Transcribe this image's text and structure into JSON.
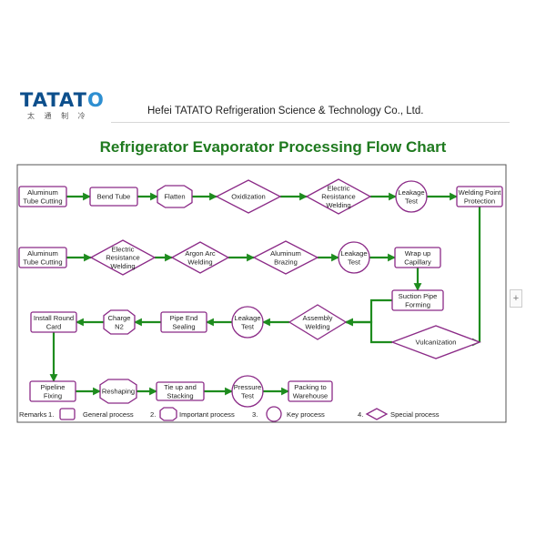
{
  "logo": {
    "text_main": "TATAT",
    "text_o": "O",
    "subtitle": "太 通 制 冷"
  },
  "company": "Hefei TATATO Refrigeration Science & Technology Co., Ltd.",
  "title": "Refrigerator Evaporator Processing Flow Chart",
  "side_button": "+",
  "nodes": [
    {
      "id": "n1",
      "shape": "rect",
      "lines": [
        "Aluminum",
        "Tube Cutting"
      ]
    },
    {
      "id": "n2",
      "shape": "rect",
      "lines": [
        "Bend Tube"
      ]
    },
    {
      "id": "n3",
      "shape": "octagon",
      "lines": [
        "Flatten"
      ]
    },
    {
      "id": "n4",
      "shape": "diamond",
      "lines": [
        "Oxidization"
      ]
    },
    {
      "id": "n5",
      "shape": "diamond",
      "lines": [
        "Electric",
        "Resistance",
        "Welding"
      ]
    },
    {
      "id": "n6",
      "shape": "circle",
      "lines": [
        "Leakage",
        "Test"
      ]
    },
    {
      "id": "n7",
      "shape": "rect",
      "lines": [
        "Welding Point",
        "Protection"
      ]
    },
    {
      "id": "n8",
      "shape": "rect",
      "lines": [
        "Aluminum",
        "Tube Cutting"
      ]
    },
    {
      "id": "n9",
      "shape": "diamond",
      "lines": [
        "Electric",
        "Resistance",
        "Welding"
      ]
    },
    {
      "id": "n10",
      "shape": "diamond",
      "lines": [
        "Argon Arc",
        "Welding"
      ]
    },
    {
      "id": "n11",
      "shape": "diamond",
      "lines": [
        "Aluminum",
        "Brazing"
      ]
    },
    {
      "id": "n12",
      "shape": "circle",
      "lines": [
        "Leakage",
        "Test"
      ]
    },
    {
      "id": "n13",
      "shape": "rect",
      "lines": [
        "Wrap up",
        "Capillary"
      ]
    },
    {
      "id": "n14",
      "shape": "rect",
      "lines": [
        "Suction Pipe",
        "Forming"
      ]
    },
    {
      "id": "n15",
      "shape": "diamond",
      "lines": [
        "Vulcanization"
      ]
    },
    {
      "id": "n16",
      "shape": "diamond",
      "lines": [
        "Assembly",
        "Welding"
      ]
    },
    {
      "id": "n17",
      "shape": "circle",
      "lines": [
        "Leakage",
        "Test"
      ]
    },
    {
      "id": "n18",
      "shape": "rect",
      "lines": [
        "Pipe End",
        "Sealing"
      ]
    },
    {
      "id": "n19",
      "shape": "octagon",
      "lines": [
        "Charge",
        "N2"
      ]
    },
    {
      "id": "n20",
      "shape": "rect",
      "lines": [
        "Install Round",
        "Card"
      ]
    },
    {
      "id": "n21",
      "shape": "rect",
      "lines": [
        "Pipeline",
        "Fixing"
      ]
    },
    {
      "id": "n22",
      "shape": "octagon",
      "lines": [
        "Reshaping"
      ]
    },
    {
      "id": "n23",
      "shape": "rect",
      "lines": [
        "Tie up and",
        "Stacking"
      ]
    },
    {
      "id": "n24",
      "shape": "circle",
      "lines": [
        "Pressure",
        "Test"
      ]
    },
    {
      "id": "n25",
      "shape": "rect",
      "lines": [
        "Packing to",
        "Warehouse"
      ]
    }
  ],
  "remarks": {
    "label": "Remarks",
    "items": [
      {
        "num": "1.",
        "shape": "rect",
        "text": "General process"
      },
      {
        "num": "2.",
        "shape": "octagon",
        "text": "Important process"
      },
      {
        "num": "3.",
        "shape": "circle",
        "text": "Key process"
      },
      {
        "num": "4.",
        "shape": "diamond",
        "text": "Special process"
      }
    ]
  },
  "colors": {
    "node_stroke": "#8b2a87",
    "arrow": "#1e8c1e",
    "title": "#1f7a1f",
    "logo": "#0d4f8c"
  }
}
